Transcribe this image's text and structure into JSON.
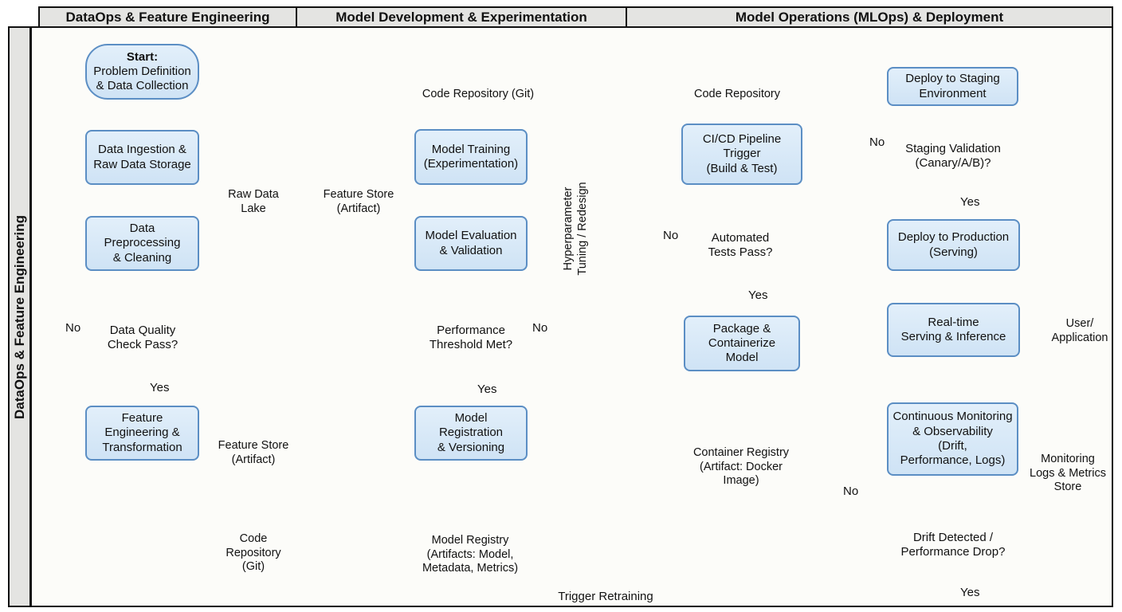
{
  "colors": {
    "node-fill": "#d7e7f7",
    "node-border": "#5b8ec4",
    "decision-fill": "#fce5c7",
    "decision-border": "#e09138",
    "db-fill": "#d7e8cd",
    "db-border": "#5e9443",
    "header-bg": "#e4e4e2",
    "line": "#1a1a1a",
    "git-bg": "#3f4245"
  },
  "headers": {
    "lane1": "DataOps & Feature Engineering",
    "lane2": "Model Development & Experimentation",
    "lane3": "Model Operations (MLOps) & Deployment"
  },
  "sidebar": {
    "label": "DataOps & Feature Engineering"
  },
  "nodes": {
    "start": {
      "title": "Start:",
      "subtitle": "Problem Definition\n& Data Collection"
    },
    "ingestion": {
      "label": "Data Ingestion &\nRaw Data Storage"
    },
    "raw_lake": {
      "label": "Raw Data\nLake"
    },
    "preprocessing": {
      "label": "Data\nPreprocessing\n& Cleaning"
    },
    "dq": {
      "label": "Data Quality\nCheck Pass?"
    },
    "feature_eng": {
      "label": "Feature\nEngineering &\nTransformation"
    },
    "feature_store1": {
      "label": "Feature Store\n(Artifact)"
    },
    "code_repo_db": {
      "label": "Code\nRepository\n(Git)"
    },
    "git2": {
      "label": "Code Repository (Git)"
    },
    "training": {
      "label": "Model Training\n(Experimentation)"
    },
    "feature_store2": {
      "label": "Feature Store\n(Artifact)"
    },
    "eval": {
      "label": "Model Evaluation\n& Validation"
    },
    "perf": {
      "label": "Performance\nThreshold Met?"
    },
    "hyperparam": {
      "label": "Hyperparameter\nTuning / Redesign"
    },
    "registration": {
      "label": "Model\nRegistration\n& Versioning"
    },
    "registry": {
      "label": "Model Registry\n(Artifacts: Model,\nMetadata, Metrics)"
    },
    "git3": {
      "label": "Code Repository"
    },
    "cicd": {
      "label": "CI/CD Pipeline\nTrigger\n(Build & Test)"
    },
    "tests": {
      "label": "Automated\nTests Pass?"
    },
    "package": {
      "label": "Package &\nContainerize\nModel"
    },
    "container_registry": {
      "label": "Container Registry\n(Artifact: Docker\nImage)"
    },
    "staging": {
      "label": "Deploy to Staging\nEnvironment"
    },
    "validation": {
      "label": "Staging Validation\n(Canary/A/B)?"
    },
    "production": {
      "label": "Deploy to Production\n(Serving)"
    },
    "realtime": {
      "label": "Real-time\nServing & Inference"
    },
    "user_app": {
      "label": "User/\nApplication"
    },
    "monitoring": {
      "label": "Continuous Monitoring\n& Observability\n(Drift,\nPerformance, Logs)"
    },
    "monitor_store": {
      "label": "Monitoring\nLogs & Metrics\nStore"
    },
    "drift": {
      "label": "Drift Detected /\nPerformance Drop?"
    }
  },
  "edge_labels": {
    "yes": "Yes",
    "no": "No",
    "trigger_retraining": "Trigger Retraining"
  }
}
